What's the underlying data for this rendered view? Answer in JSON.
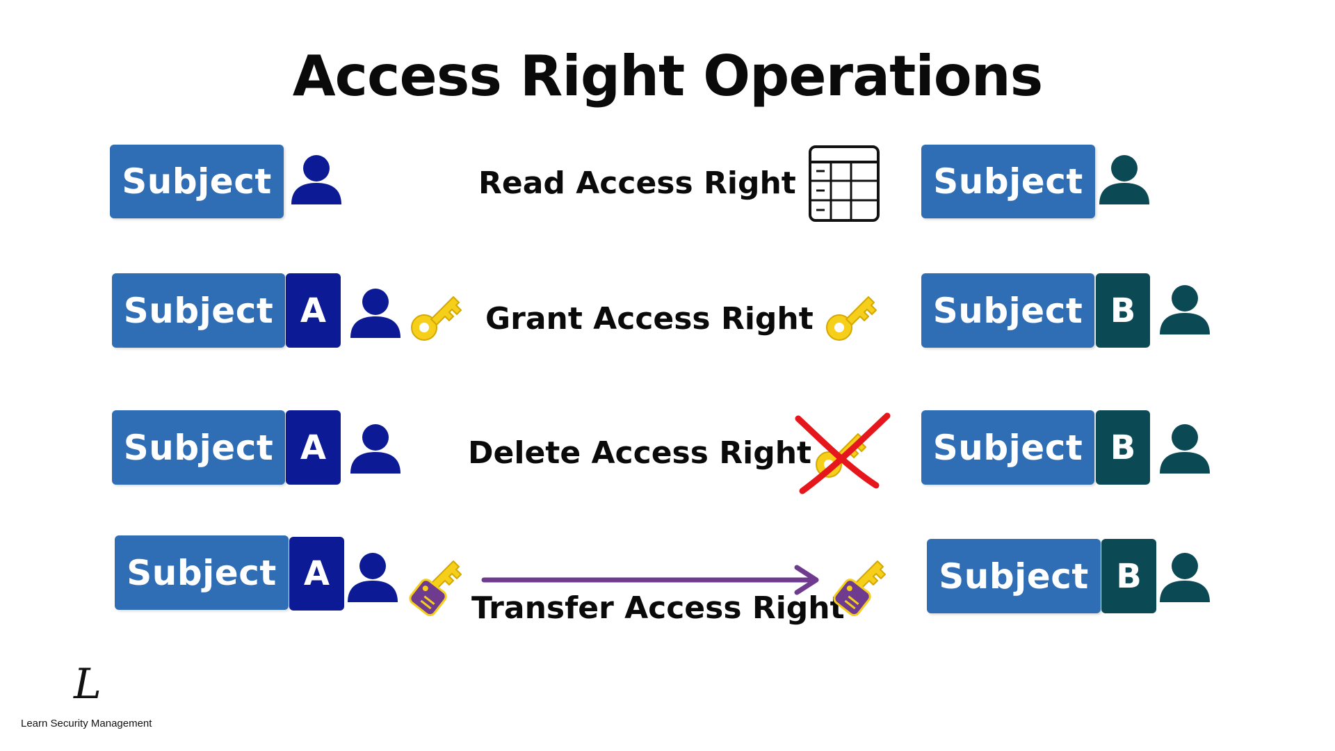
{
  "title": "Access Right Operations",
  "subject_label": "Subject",
  "labels": {
    "a": "A",
    "b": "B"
  },
  "operations": {
    "read": "Read Access Right",
    "grant": "Grant Access Right",
    "delete": "Delete Access Right",
    "transfer": "Transfer Access Right"
  },
  "brand": {
    "name": "Learn Security Management",
    "logo_letter": "L"
  },
  "colors": {
    "subject_box": "#2f6db5",
    "label_a": "#0c1a96",
    "label_b": "#0b4a55",
    "person_a": "#0c1a96",
    "person_b": "#0b4a55",
    "key": "#f5cf1a",
    "tag": "#6e3b8e",
    "arrow": "#6e3b8e",
    "cross": "#e5161c"
  },
  "icons": [
    "person-icon",
    "table-icon",
    "key-icon",
    "key-tag-icon",
    "cross-icon",
    "arrow-icon"
  ]
}
